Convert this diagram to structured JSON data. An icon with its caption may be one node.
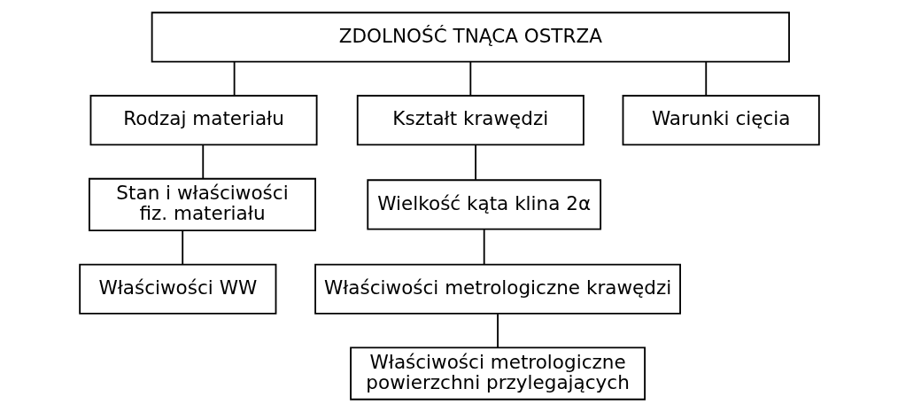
{
  "diagram": {
    "nodes": [
      {
        "text": [
          "ZDOLNOŚĆ TNĄCA OSTRZA"
        ]
      },
      {
        "text": [
          "Rodzaj materiału"
        ]
      },
      {
        "text": [
          "Kształt krawędzi"
        ]
      },
      {
        "text": [
          "Warunki cięcia"
        ]
      },
      {
        "text": [
          "Stan i właściwości fiz. materiału"
        ]
      },
      {
        "text": [
          "Właściwości WW"
        ]
      },
      {
        "text": [
          "Wielkość kąta klina 2α"
        ]
      },
      {
        "text": [
          "Właściwości metrologiczne krawędzi"
        ]
      },
      {
        "text": [
          "Właściwości metrologiczne powierzchni przylegających"
        ]
      }
    ],
    "edges": [
      {
        "from": 0,
        "to": 1,
        "arrow": "none"
      },
      {
        "from": 0,
        "to": 2,
        "arrow": "none"
      },
      {
        "from": 0,
        "to": 3,
        "arrow": "none"
      },
      {
        "from": 1,
        "to": 4,
        "arrow": "none"
      },
      {
        "from": 4,
        "to": 5,
        "arrow": "none"
      },
      {
        "from": 2,
        "to": 6,
        "arrow": "none"
      },
      {
        "from": 6,
        "to": 7,
        "arrow": "none"
      },
      {
        "from": 7,
        "to": 8,
        "arrow": "none"
      }
    ]
  }
}
